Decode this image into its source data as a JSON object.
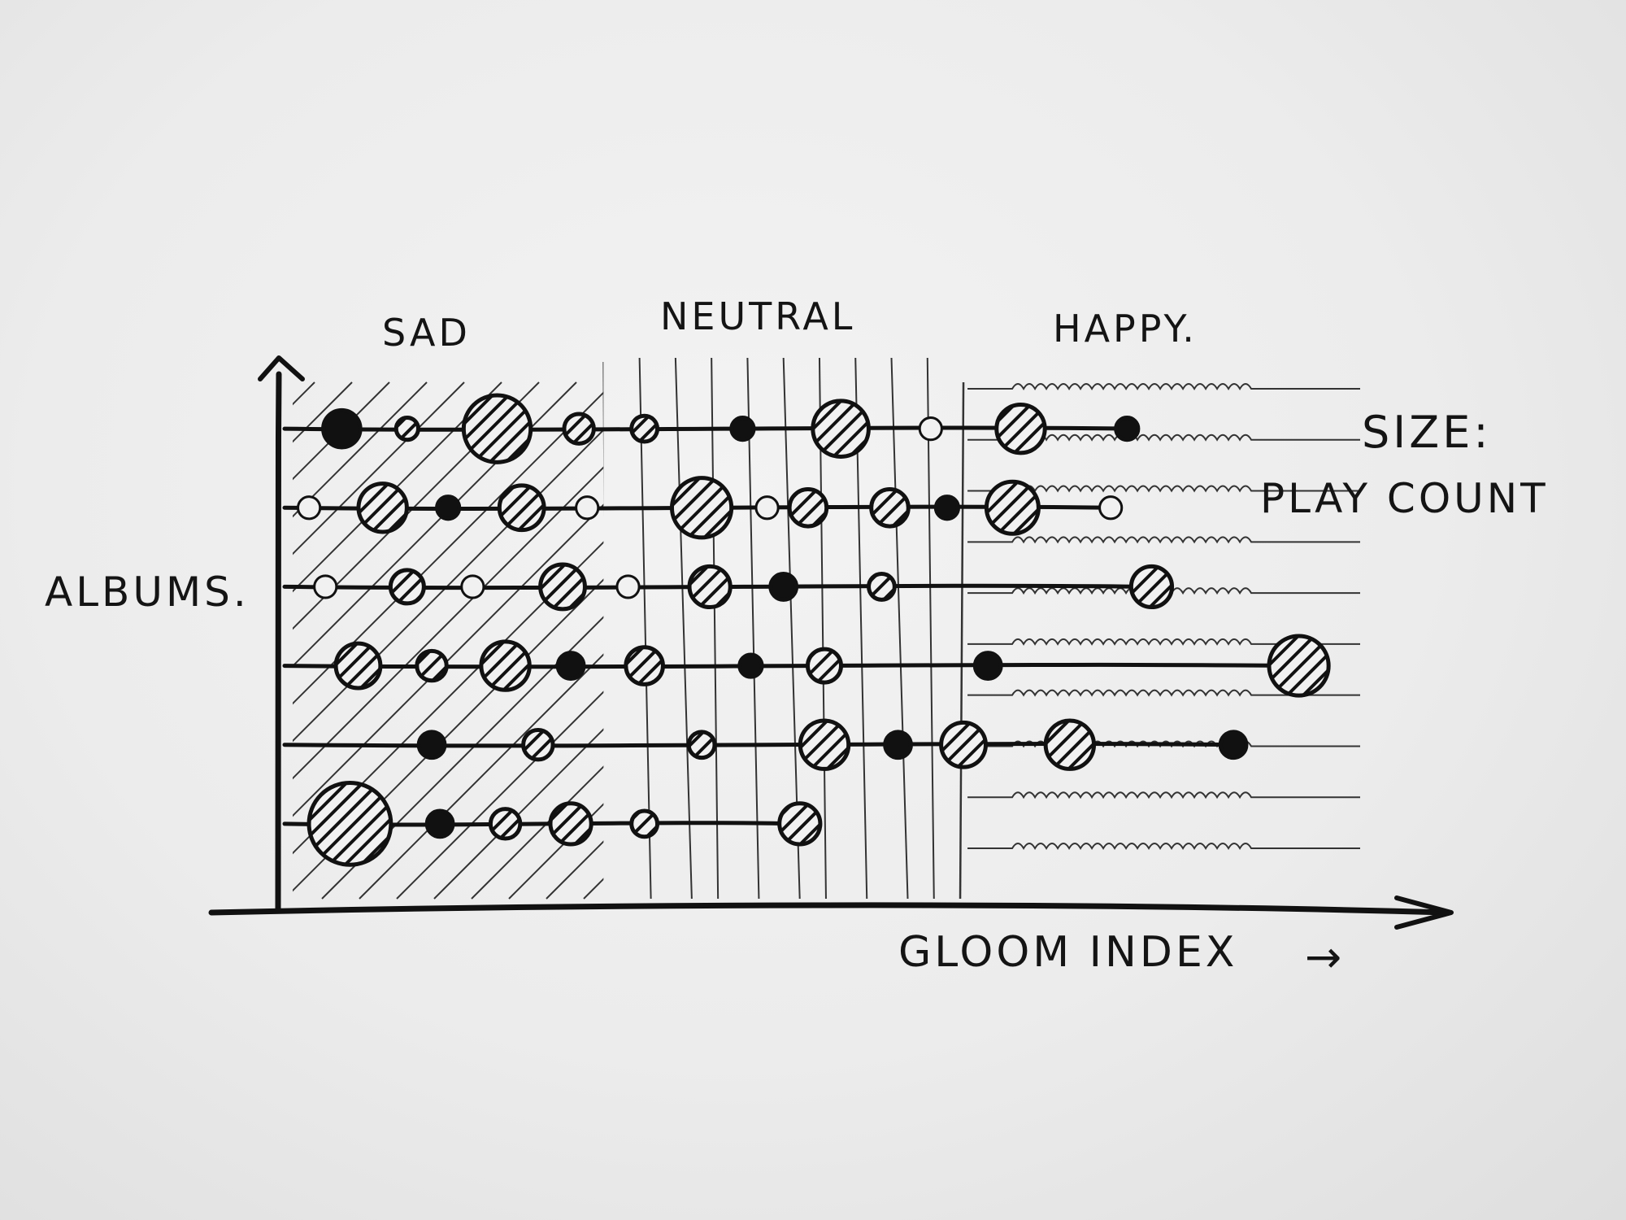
{
  "chart_data": {
    "type": "scatter",
    "title": "",
    "xlabel": "GLOOM INDEX",
    "ylabel": "ALBUMS.",
    "x_arrow": "→",
    "size_note_line1": "SIZE:",
    "size_note_line2": "PLAY COUNT",
    "regions": [
      {
        "name": "SAD",
        "pattern": "diagonal-hatch",
        "x_range": [
          0,
          3.8
        ]
      },
      {
        "name": "NEUTRAL",
        "pattern": "vertical-lines",
        "x_range": [
          3.8,
          8.2
        ]
      },
      {
        "name": "HAPPY.",
        "pattern": "wavy-lines",
        "x_range": [
          8.2,
          13
        ]
      }
    ],
    "xlim": [
      0,
      13
    ],
    "ylim": [
      0,
      7
    ],
    "grid": false,
    "legend": "right",
    "series": [
      {
        "y": 6,
        "x_end": 10.2,
        "points": [
          {
            "x": 0.6,
            "r": 3,
            "fill": "solid"
          },
          {
            "x": 1.4,
            "r": 1,
            "fill": "hatched"
          },
          {
            "x": 2.5,
            "r": 7,
            "fill": "hatched"
          },
          {
            "x": 3.5,
            "r": 2,
            "fill": "hatched"
          },
          {
            "x": 4.3,
            "r": 1.5,
            "fill": "hatched"
          },
          {
            "x": 5.5,
            "r": 1,
            "fill": "solid"
          },
          {
            "x": 6.7,
            "r": 5.5,
            "fill": "hatched"
          },
          {
            "x": 7.8,
            "r": 1,
            "fill": "hollow"
          },
          {
            "x": 8.9,
            "r": 4.5,
            "fill": "hatched"
          },
          {
            "x": 10.2,
            "r": 1,
            "fill": "solid"
          }
        ]
      },
      {
        "y": 5,
        "x_end": 10,
        "points": [
          {
            "x": 0.2,
            "r": 1,
            "fill": "hollow"
          },
          {
            "x": 1.1,
            "r": 4.5,
            "fill": "hatched"
          },
          {
            "x": 1.9,
            "r": 1,
            "fill": "solid"
          },
          {
            "x": 2.8,
            "r": 4,
            "fill": "hatched"
          },
          {
            "x": 3.6,
            "r": 1,
            "fill": "hollow"
          },
          {
            "x": 5,
            "r": 6,
            "fill": "hatched"
          },
          {
            "x": 5.8,
            "r": 1,
            "fill": "hollow"
          },
          {
            "x": 6.3,
            "r": 3,
            "fill": "hatched"
          },
          {
            "x": 7.3,
            "r": 3,
            "fill": "hatched"
          },
          {
            "x": 8,
            "r": 1,
            "fill": "solid"
          },
          {
            "x": 8.8,
            "r": 5,
            "fill": "hatched"
          },
          {
            "x": 10,
            "r": 1,
            "fill": "hollow"
          }
        ]
      },
      {
        "y": 4,
        "x_end": 10.5,
        "points": [
          {
            "x": 0.4,
            "r": 1,
            "fill": "hollow"
          },
          {
            "x": 1.4,
            "r": 2.5,
            "fill": "hatched"
          },
          {
            "x": 2.2,
            "r": 1,
            "fill": "hollow"
          },
          {
            "x": 3.3,
            "r": 4,
            "fill": "hatched"
          },
          {
            "x": 4.1,
            "r": 1,
            "fill": "hollow"
          },
          {
            "x": 5.1,
            "r": 3.5,
            "fill": "hatched"
          },
          {
            "x": 6,
            "r": 1.5,
            "fill": "solid"
          },
          {
            "x": 7.2,
            "r": 1.5,
            "fill": "hatched"
          },
          {
            "x": 10.5,
            "r": 3.5,
            "fill": "hatched"
          }
        ]
      },
      {
        "y": 3,
        "x_end": 12.3,
        "points": [
          {
            "x": 0.8,
            "r": 4,
            "fill": "hatched"
          },
          {
            "x": 1.7,
            "r": 2,
            "fill": "hatched"
          },
          {
            "x": 2.6,
            "r": 4.5,
            "fill": "hatched"
          },
          {
            "x": 3.4,
            "r": 1.5,
            "fill": "solid"
          },
          {
            "x": 4.3,
            "r": 3,
            "fill": "hatched"
          },
          {
            "x": 5.6,
            "r": 1,
            "fill": "solid"
          },
          {
            "x": 6.5,
            "r": 2.5,
            "fill": "hatched"
          },
          {
            "x": 8.5,
            "r": 1.5,
            "fill": "solid"
          },
          {
            "x": 12.3,
            "r": 6,
            "fill": "hatched"
          }
        ]
      },
      {
        "y": 2,
        "x_end": 11.5,
        "points": [
          {
            "x": 1.7,
            "r": 1.5,
            "fill": "solid"
          },
          {
            "x": 3,
            "r": 2,
            "fill": "hatched"
          },
          {
            "x": 5,
            "r": 1.5,
            "fill": "hatched"
          },
          {
            "x": 6.5,
            "r": 4.5,
            "fill": "hatched"
          },
          {
            "x": 7.4,
            "r": 1.5,
            "fill": "solid"
          },
          {
            "x": 8.2,
            "r": 4,
            "fill": "hatched"
          },
          {
            "x": 9.5,
            "r": 4.5,
            "fill": "hatched"
          },
          {
            "x": 11.5,
            "r": 1.5,
            "fill": "solid"
          }
        ]
      },
      {
        "y": 1,
        "x_end": 6.2,
        "points": [
          {
            "x": 0.7,
            "r": 9,
            "fill": "hatched"
          },
          {
            "x": 1.8,
            "r": 1.5,
            "fill": "solid"
          },
          {
            "x": 2.6,
            "r": 2,
            "fill": "hatched"
          },
          {
            "x": 3.4,
            "r": 3.5,
            "fill": "hatched"
          },
          {
            "x": 4.3,
            "r": 1.5,
            "fill": "hatched"
          },
          {
            "x": 6.2,
            "r": 3.5,
            "fill": "hatched"
          }
        ]
      }
    ]
  }
}
